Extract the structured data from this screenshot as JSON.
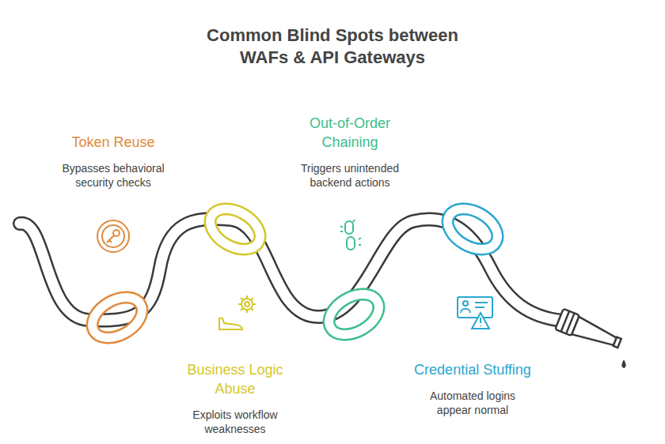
{
  "diagram": {
    "title": "Common Blind Spots between WAFs & API Gateways",
    "nodes": [
      {
        "text": [
          "Token Reuse",
          "Bypasses behavioral security checks"
        ]
      },
      {
        "text": [
          "Business Logic Abuse",
          "Exploits workflow weaknesses"
        ]
      },
      {
        "text": [
          "Out-of-Order Chaining",
          "Triggers unintended backend actions"
        ]
      },
      {
        "text": [
          "Credential Stuffing",
          "Automated logins appear normal"
        ]
      }
    ]
  }
}
